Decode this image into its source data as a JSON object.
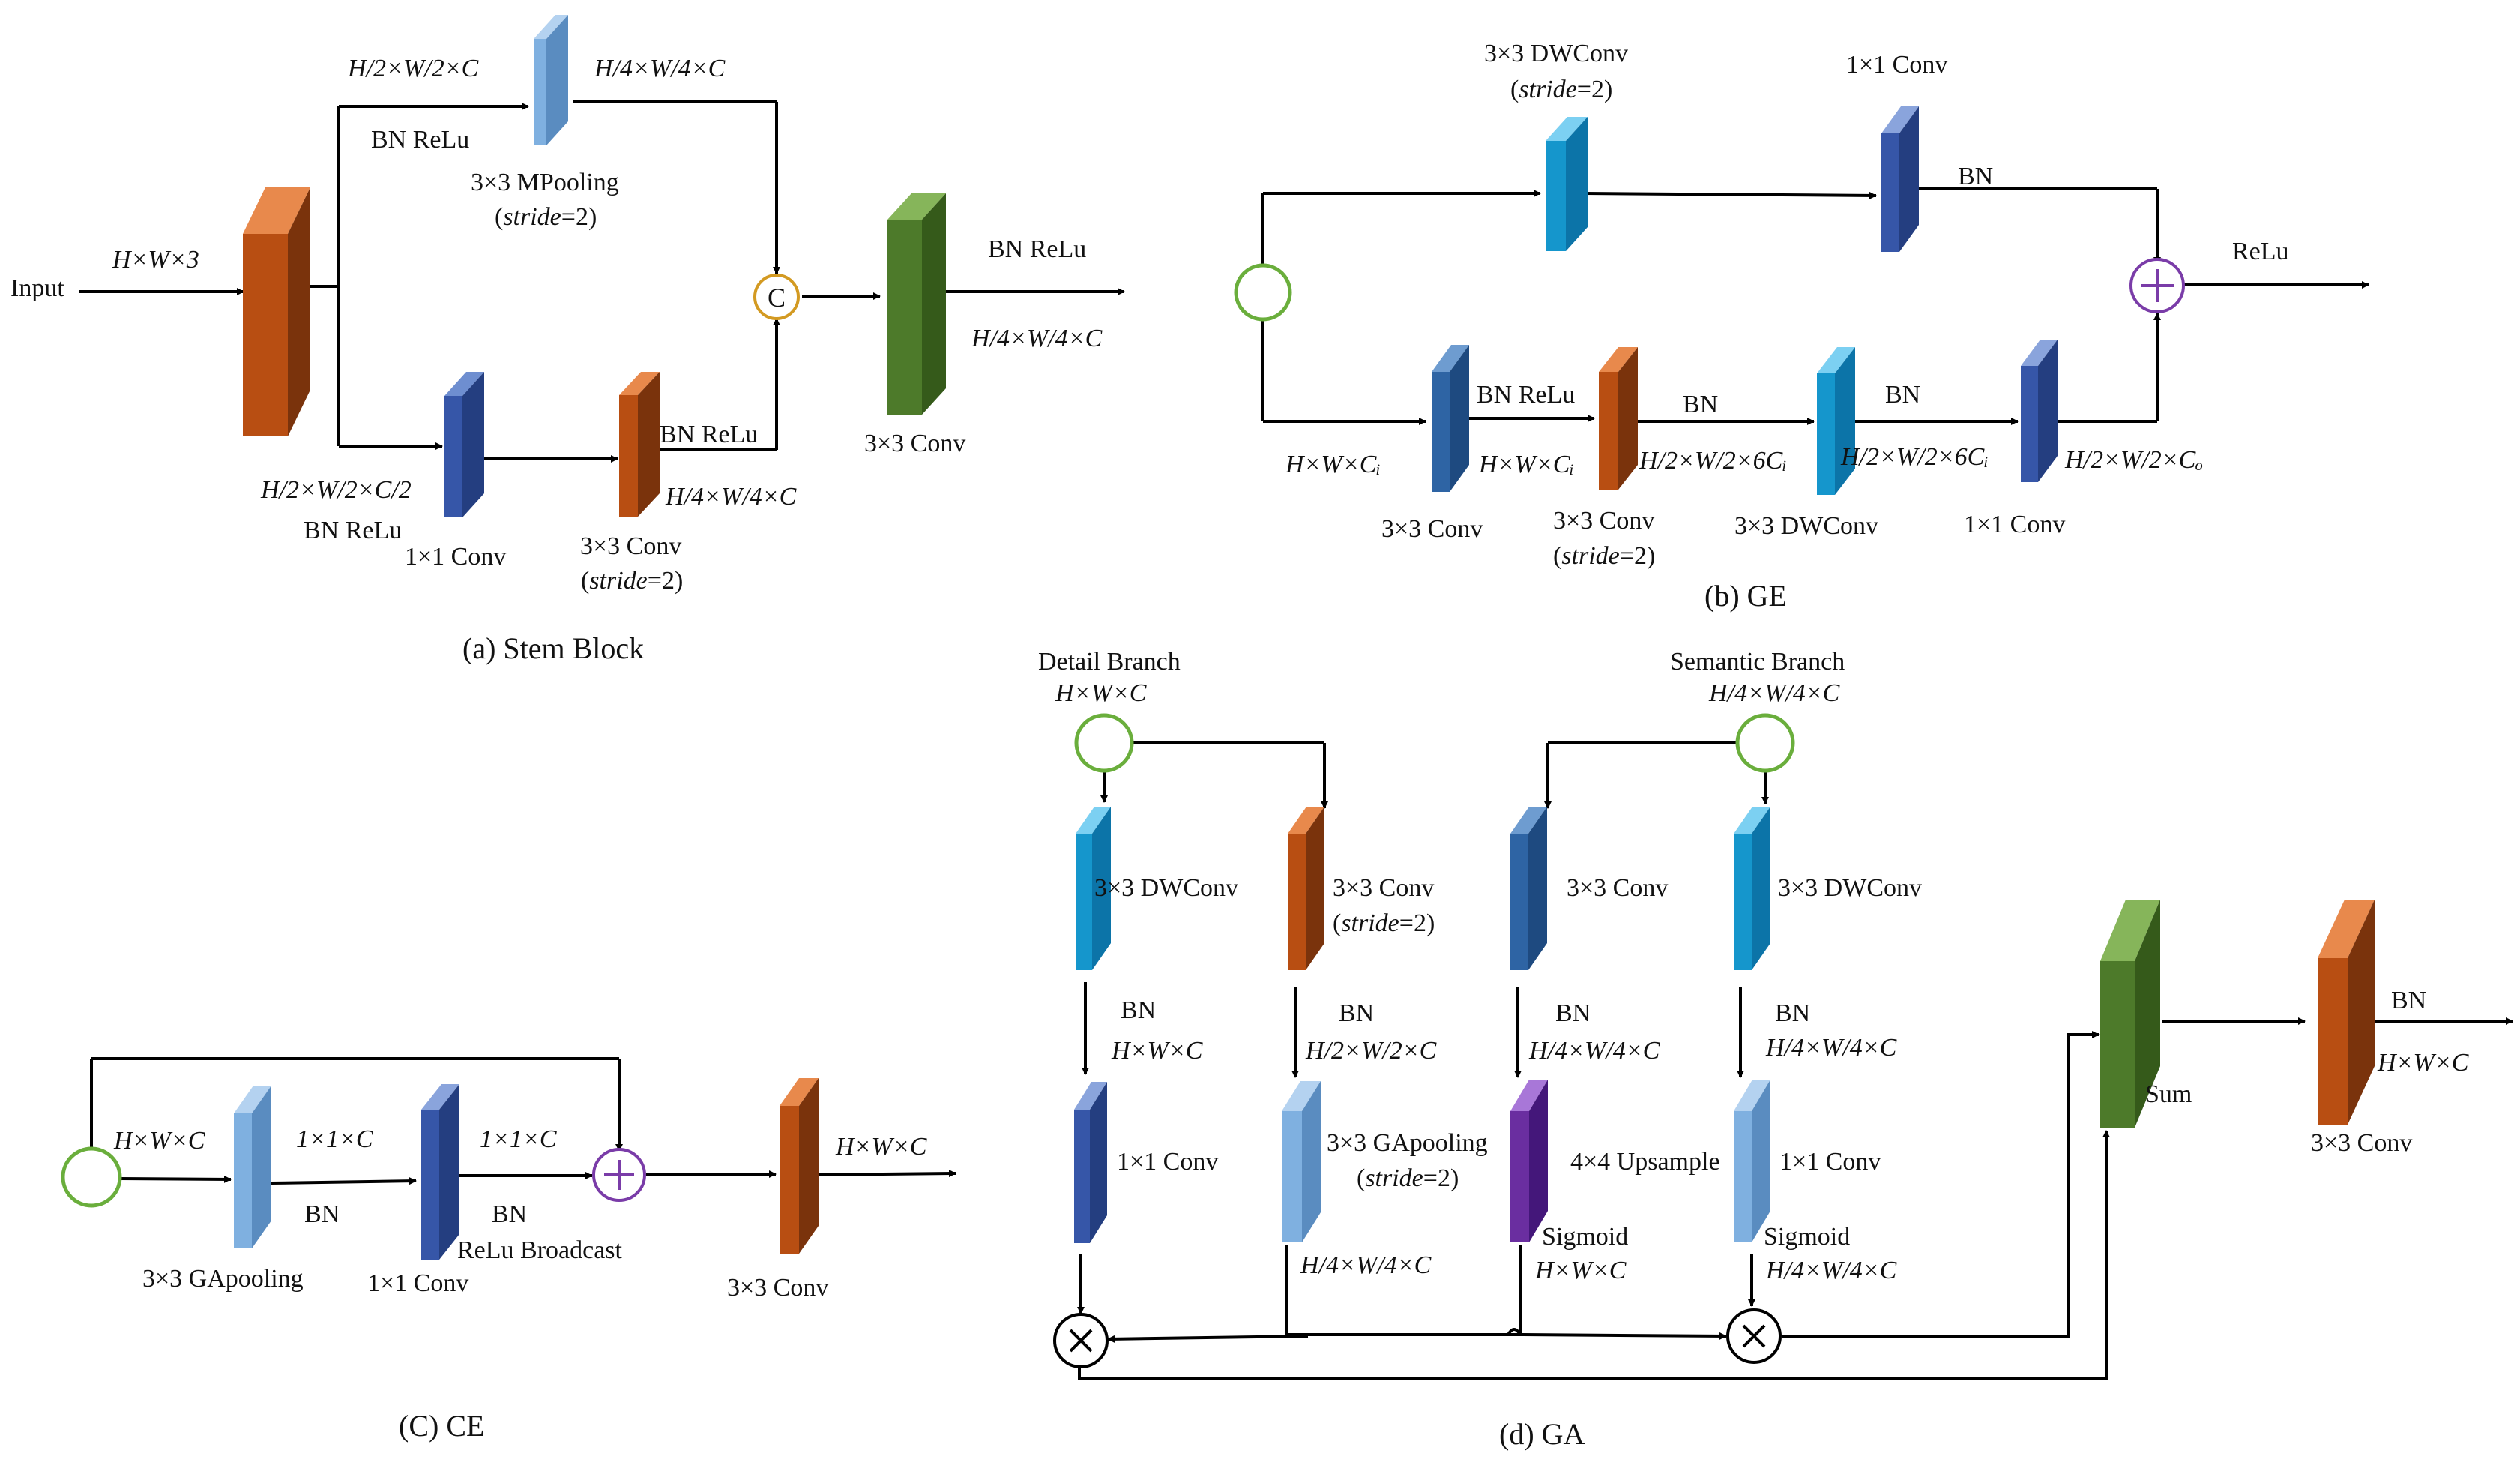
{
  "colors": {
    "orange": "#B84E12",
    "green": "#4D7A2A",
    "lightblue": "#7FB0E0",
    "darkblue": "#3656A8",
    "cyan": "#1596CC",
    "steelblue": "#2E64A4",
    "purple": "#6A2EA0",
    "circle_green": "#6AAE3C",
    "concat_ring": "#D39A22",
    "plus": "#7A3CA8"
  },
  "stem": {
    "input": "Input",
    "dim_input": "H×W×3",
    "dim_top1": "H/2×W/2×C",
    "dim_top2": "H/4×W/4×C",
    "bn_relu_top": "BN ReLu",
    "mpool_1": "3×3 MPooling",
    "stride_word": "stride",
    "stride_val": "=2)",
    "concat": "C",
    "bn_relu_out": "BN ReLu",
    "dim_out": "H/4×W/4×C",
    "conv_out": "3×3 Conv",
    "dim_bot1": "H/2×W/2×C/2",
    "bn_relu_bot": "BN ReLu",
    "conv1x1": "1×1 Conv",
    "bn_relu_bot2": "BN ReLu",
    "dim_bot2": "H/4×W/4×C",
    "conv3x3": "3×3 Conv",
    "caption": "(a) Stem Block"
  },
  "ge": {
    "dwconv_top": "3×3 DWConv",
    "stride_word": "stride",
    "stride_val": "=2)",
    "conv1x1_top": "1×1 Conv",
    "bn_top": "BN",
    "relu": "ReLu",
    "bn_relu": "BN ReLu",
    "bn_mid1": "BN",
    "bn_mid2": "BN",
    "dim_1": "H×W×Cᵢ",
    "dim_2": "H×W×Cᵢ",
    "dim_3": "H/2×W/2×6Cᵢ",
    "dim_4": "H/2×W/2×6Cᵢ",
    "dim_5": "H/2×W/2×Cₒ",
    "conv3x3": "3×3 Conv",
    "conv3x3_s": "3×3 Conv",
    "dwconv_bot": "3×3 DWConv",
    "conv1x1_bot": "1×1 Conv",
    "caption": "(b) GE"
  },
  "ce": {
    "dim_1": "H×W×C",
    "dim_2": "1×1×C",
    "dim_3": "1×1×C",
    "dim_out": "H×W×C",
    "bn_1": "BN",
    "bn_2": "BN",
    "relu_broadcast": "ReLu Broadcast",
    "gapool": "3×3 GApooling",
    "conv1x1": "1×1 Conv",
    "conv3x3": "3×3 Conv",
    "caption": "(C) CE"
  },
  "ga": {
    "detail_branch": "Detail Branch",
    "detail_dim": "H×W×C",
    "semantic_branch": "Semantic Branch",
    "semantic_dim": "H/4×W/4×C",
    "dwconv_1": "3×3 DWConv",
    "conv_2": "3×3 Conv",
    "stride_word": "stride",
    "stride_val": "=2)",
    "conv_3": "3×3 Conv",
    "dwconv_4": "3×3 DWConv",
    "bn_1": "BN",
    "dim_1": "H×W×C",
    "bn_2": "BN",
    "dim_2": "H/2×W/2×C",
    "bn_3": "BN",
    "dim_3": "H/4×W/4×C",
    "bn_4": "BN",
    "dim_4": "H/4×W/4×C",
    "conv1x1_1": "1×1 Conv",
    "gapool": "3×3 GApooling",
    "upsample": "4×4 Upsample",
    "conv1x1_4": "1×1 Conv",
    "dim_gap": "H/4×W/4×C",
    "sigmoid_1": "Sigmoid",
    "dim_sig1": "H×W×C",
    "sigmoid_2": "Sigmoid",
    "dim_sig2": "H/4×W/4×C",
    "sum": "Sum",
    "bn_out": "BN",
    "dim_out": "H×W×C",
    "conv_out": "3×3 Conv",
    "caption": "(d) GA"
  }
}
